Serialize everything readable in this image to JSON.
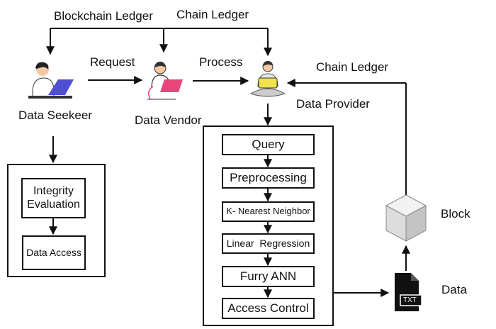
{
  "top_labels": {
    "blockchain_ledger": "Blockchain Ledger",
    "chain_ledger_top": "Chain Ledger",
    "chain_ledger_right": "Chain Ledger"
  },
  "edges": {
    "request": "Request",
    "process": "Process"
  },
  "actors": {
    "seeker": "Data Seekeer",
    "vendor": "Data Vendor",
    "provider": "Data Provider"
  },
  "seeker_pipeline": {
    "integrity": "Integrity Evaluation",
    "access": "Data Access"
  },
  "provider_pipeline": [
    "Query",
    "Preprocessing",
    "K- Nearest Neighbor",
    "Linear  Regression",
    "Furry ANN",
    "Access Control"
  ],
  "right_side": {
    "block": "Block",
    "data": "Data",
    "file_badge": "TXT"
  },
  "colors": {
    "laptop_blue": "#4f4fd6",
    "laptop_pink": "#e8457a",
    "laptop_yellow": "#f1e14a",
    "block_gray": "#d9d9d9"
  }
}
